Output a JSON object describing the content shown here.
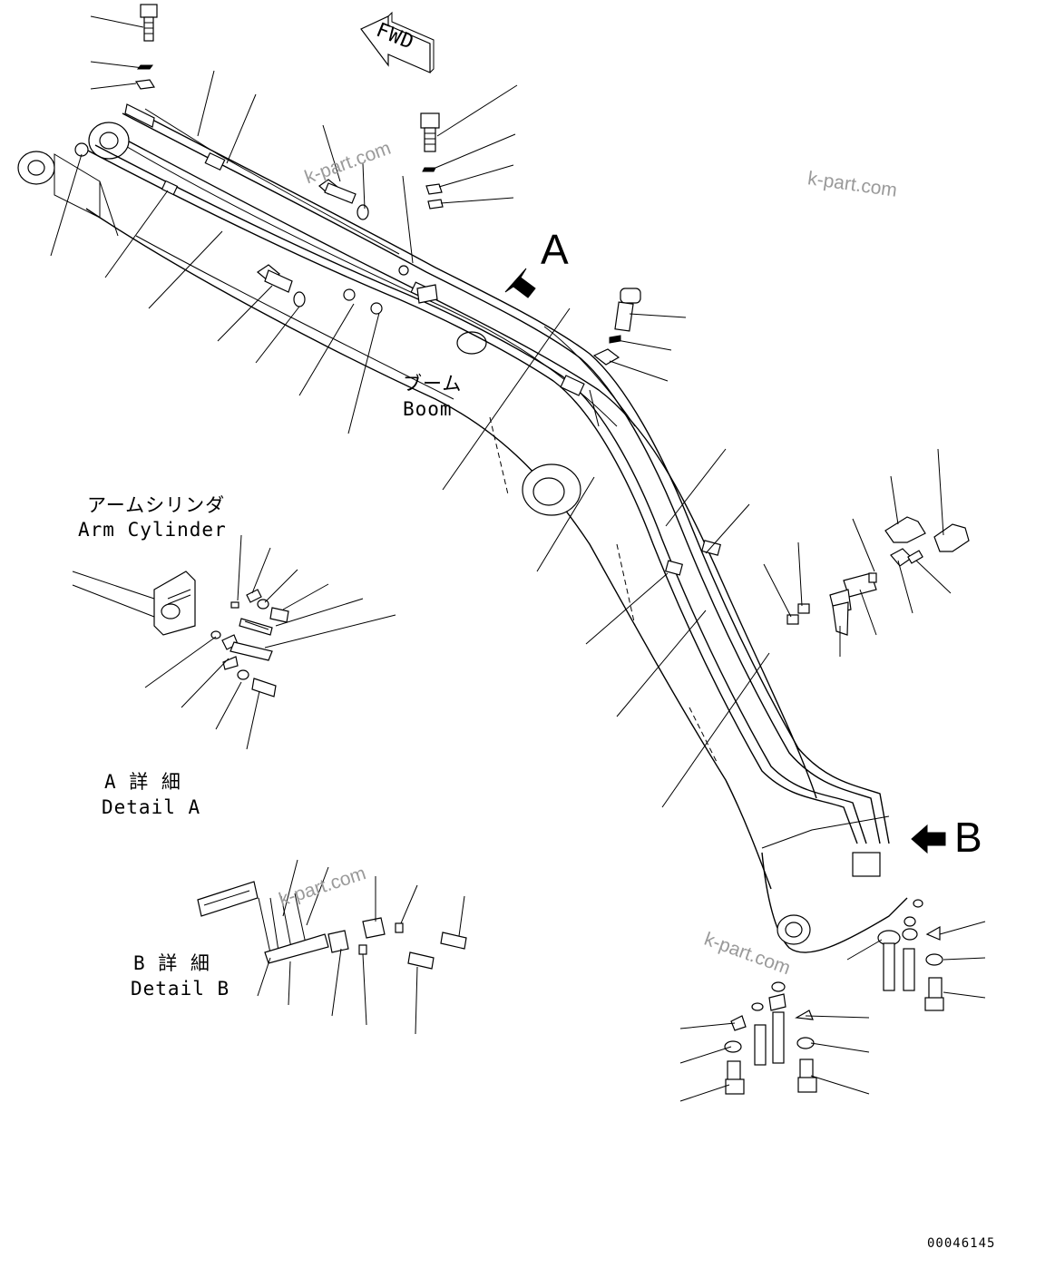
{
  "watermark": "k-part.com",
  "labels": {
    "fwd": "FWD",
    "view_a": "A",
    "view_b": "B",
    "boom_jp": "ブーム",
    "boom_en": "Boom",
    "arm_cyl_jp": "アームシリンダ",
    "arm_cyl_en": "Arm Cylinder",
    "detail_a_jp": "A 詳 細",
    "detail_a_en": "Detail A",
    "detail_b_jp": "B 詳 細",
    "detail_b_en": "Detail B",
    "drawing_no": "00046145"
  }
}
